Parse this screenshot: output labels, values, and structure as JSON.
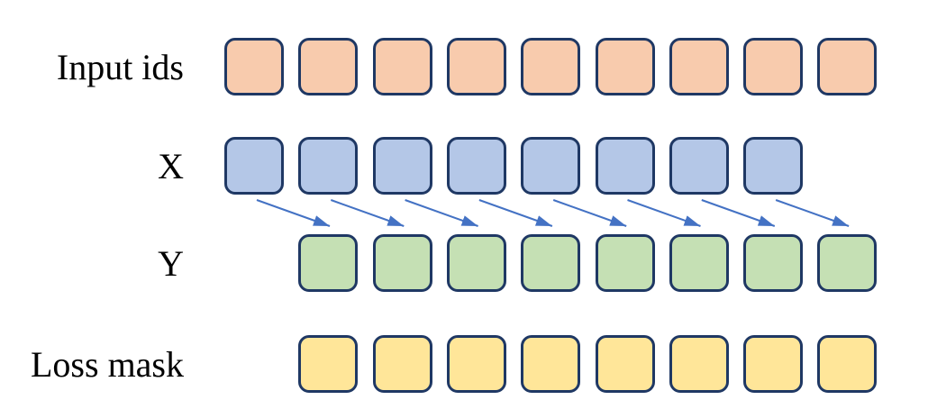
{
  "diagram": {
    "rows": [
      {
        "id": "input-ids",
        "label": "Input ids",
        "count": 9,
        "fill": "#F8CBAD",
        "shift": 0
      },
      {
        "id": "x",
        "label": "X",
        "count": 8,
        "fill": "#B4C7E7",
        "shift": 0
      },
      {
        "id": "y",
        "label": "Y",
        "count": 8,
        "fill": "#C5E0B4",
        "shift": 1
      },
      {
        "id": "loss-mask",
        "label": "Loss mask",
        "count": 8,
        "fill": "#FFE699",
        "shift": 1
      }
    ],
    "arrows": {
      "count": 8,
      "color": "#4472C4",
      "from_row": "X",
      "to_row": "Y",
      "direction": "down-right"
    },
    "colors": {
      "cell_border": "#1F3864",
      "label_text": "#000000",
      "background": "#FFFFFF"
    }
  }
}
